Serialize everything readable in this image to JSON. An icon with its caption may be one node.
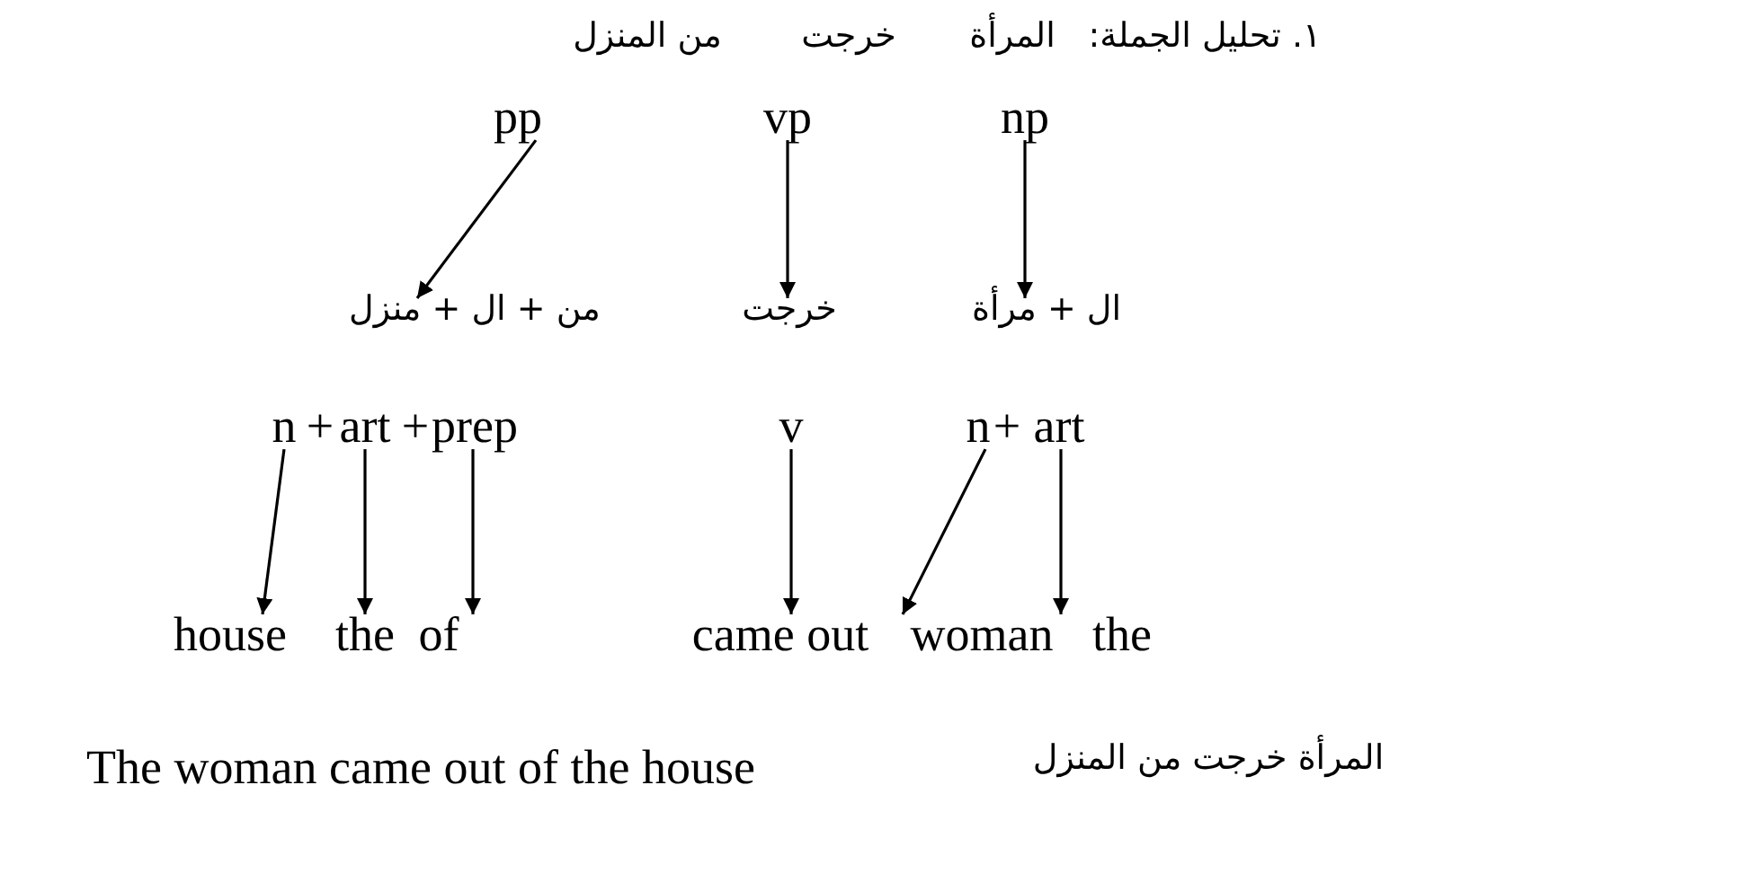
{
  "diagram": {
    "nodes": [
      {
        "text": [
          "pp"
        ]
      },
      {
        "text": [
          "vp"
        ]
      },
      {
        "text": [
          "np"
        ]
      },
      {
        "text": [
          "من + ال + منزل"
        ]
      },
      {
        "text": [
          "خرجت"
        ]
      },
      {
        "text": [
          "ال + مرأة"
        ]
      },
      {
        "text": [
          "n"
        ]
      },
      {
        "text": [
          "art"
        ]
      },
      {
        "text": [
          "prep"
        ]
      },
      {
        "text": [
          "v"
        ]
      },
      {
        "text": [
          "n"
        ]
      },
      {
        "text": [
          "art"
        ]
      },
      {
        "text": [
          "house"
        ]
      },
      {
        "text": [
          "the"
        ]
      },
      {
        "text": [
          "of"
        ]
      },
      {
        "text": [
          "came out"
        ]
      },
      {
        "text": [
          "woman"
        ]
      },
      {
        "text": [
          "the"
        ]
      }
    ],
    "edges": [
      {
        "from": 0,
        "to": 3,
        "arrow": "to"
      },
      {
        "from": 1,
        "to": 4,
        "arrow": "to"
      },
      {
        "from": 2,
        "to": 5,
        "arrow": "to"
      },
      {
        "from": 6,
        "to": 12,
        "arrow": "to"
      },
      {
        "from": 7,
        "to": 13,
        "arrow": "to"
      },
      {
        "from": 8,
        "to": 14,
        "arrow": "to"
      },
      {
        "from": 9,
        "to": 15,
        "arrow": "to"
      },
      {
        "from": 10,
        "to": 16,
        "arrow": "to"
      },
      {
        "from": 11,
        "to": 17,
        "arrow": "to"
      }
    ],
    "labels": [
      "من المنزل",
      "خرجت",
      "المرأة",
      "١. تحليل الجملة:",
      "+",
      "+",
      "+",
      "The woman came out of the house",
      "المرأة خرجت من المنزل"
    ]
  }
}
